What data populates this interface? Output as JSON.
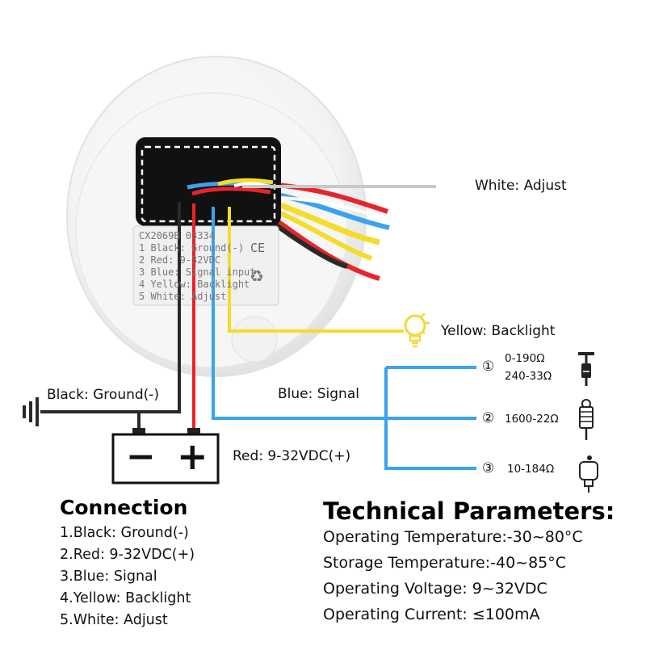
{
  "sticker": {
    "lines": [
      "CX2069B 03334",
      "1 Black: Ground(-)",
      "2 Red: 9-32VDC",
      "3 Blue: Signal input",
      "4 Yellow: Backlight",
      "5 White: Adjust"
    ],
    "ce_mark": "CE"
  },
  "labels": {
    "white_adjust": "White: Adjust",
    "yellow_backlight": "Yellow: Backlight",
    "blue_signal": "Blue: Signal",
    "black_ground": "Black: Ground(-)",
    "red_power": "Red: 9-32VDC(+)"
  },
  "battery": {
    "minus": "−",
    "plus": "+"
  },
  "sensors": [
    {
      "marker": "①",
      "ranges": [
        "0-190Ω",
        "240-33Ω"
      ],
      "icon": "float-sensor-icon"
    },
    {
      "marker": "②",
      "ranges": [
        "1600-22Ω"
      ],
      "icon": "threaded-sensor-icon"
    },
    {
      "marker": "③",
      "ranges": [
        "10-184Ω"
      ],
      "icon": "sender-unit-icon"
    }
  ],
  "connection": {
    "title": "Connection",
    "items": [
      "1.Black: Ground(-)",
      "2.Red: 9-32VDC(+)",
      "3.Blue: Signal",
      "4.Yellow: Backlight",
      "5.White: Adjust"
    ]
  },
  "technical": {
    "title": "Technical Parameters:",
    "items": [
      "Operating Temperature:-30~80°C",
      "Storage Temperature:-40~85°C",
      "Operating Voltage: 9~32VDC",
      "Operating Current: ≤100mA"
    ]
  },
  "colors": {
    "black": "#2a2a2a",
    "red": "#e8242a",
    "blue": "#3aa3ee",
    "yellow": "#f4dc2a",
    "white": "#c8c8c8",
    "bulb": "#f4d83a"
  }
}
